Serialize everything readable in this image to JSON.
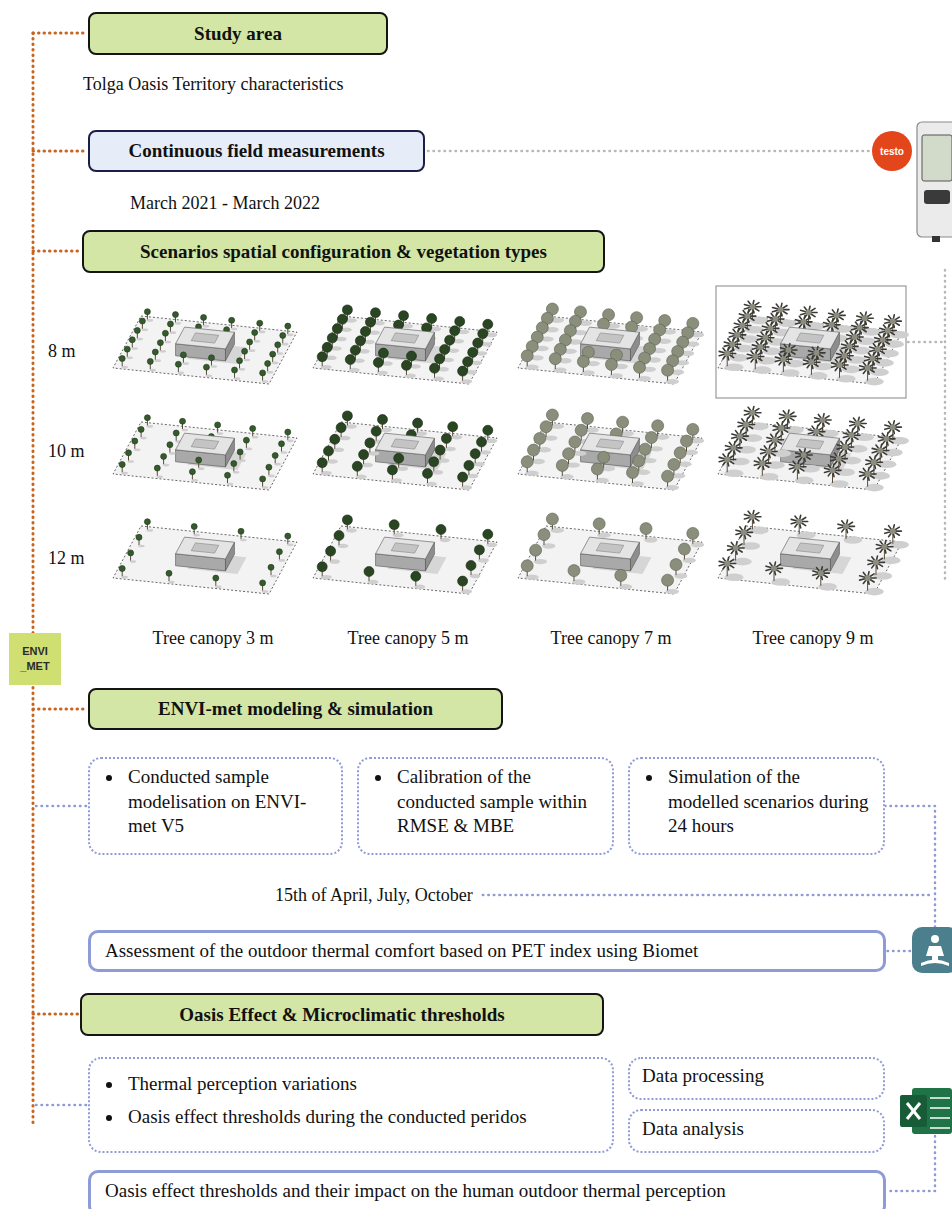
{
  "diagram": {
    "nodes": [
      {
        "text": [
          "Study area"
        ]
      },
      {
        "text": [
          "Continuous field measurements"
        ]
      },
      {
        "text": [
          "Scenarios spatial configuration & vegetation types"
        ]
      },
      {
        "text": [
          "ENVI-met modeling & simulation"
        ]
      },
      {
        "text": [
          "Conducted sample modelisation on ENVI-met V5"
        ]
      },
      {
        "text": [
          "Calibration of the conducted sample within RMSE & MBE"
        ]
      },
      {
        "text": [
          "Simulation of the modelled scenarios during 24 hours"
        ]
      },
      {
        "text": [
          "Assessment of the outdoor thermal comfort based on PET index using Biomet"
        ]
      },
      {
        "text": [
          "Oasis Effect & Microclimatic thresholds"
        ]
      },
      {
        "text": [
          "Thermal perception variations",
          "Oasis effect thresholds during the conducted peridos"
        ]
      },
      {
        "text": [
          "Data processing"
        ]
      },
      {
        "text": [
          "Data analysis"
        ]
      },
      {
        "text": [
          "Oasis effect thresholds and their impact on the human outdoor thermal perception"
        ]
      }
    ],
    "edges": [
      {
        "from": 6,
        "to": 7,
        "arrow": "none"
      }
    ],
    "labels": [
      "Tolga Oasis Territory characteristics",
      "March 2021 - March 2022",
      "testo",
      "8 m",
      "10 m",
      "12 m",
      "Tree canopy 3 m",
      "Tree canopy 5 m",
      "Tree canopy 7 m",
      "Tree canopy 9 m",
      "ENVI",
      "_MET",
      "15th of April, July, October"
    ]
  }
}
